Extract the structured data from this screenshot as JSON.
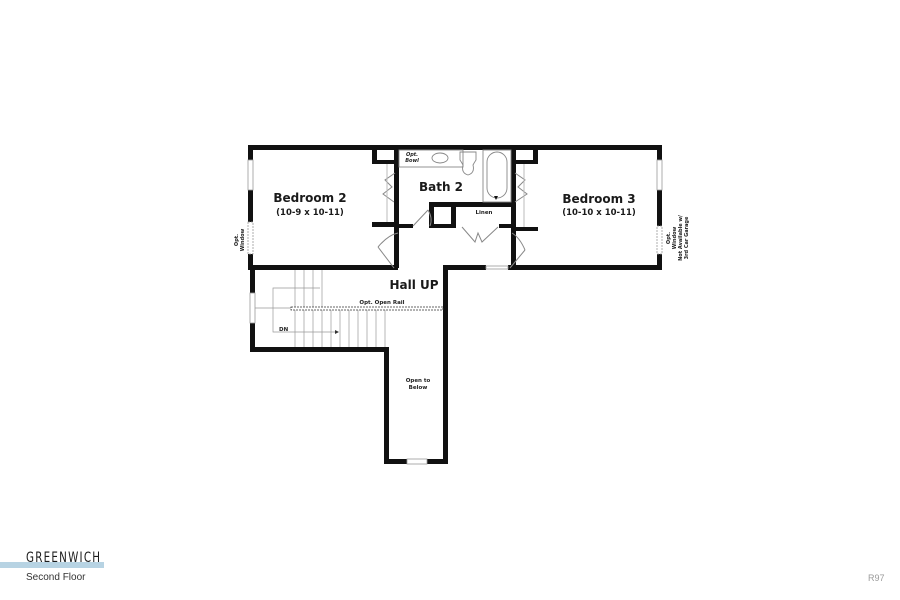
{
  "plan": {
    "title": "GREENWICH",
    "subtitle": "Second Floor",
    "code": "R97",
    "accent_bar_color": "#b7d3e3",
    "wall_color": "#111111",
    "rooms": {
      "bedroom2": {
        "name": "Bedroom 2",
        "dims": "(10-9 x 10-11)"
      },
      "bath2": {
        "name": "Bath 2",
        "opt_bowl_line1": "Opt.",
        "opt_bowl_line2": "Bowl"
      },
      "bedroom3": {
        "name": "Bedroom 3",
        "dims": "(10-10 x 10-11)"
      },
      "linen": {
        "name": "Linen"
      },
      "hall": {
        "name": "Hall UP"
      },
      "open_below": {
        "line1": "Open to",
        "line2": "Below"
      }
    },
    "annotations": {
      "open_rail": "Opt. Open Rail",
      "stairs_dn": "DN",
      "left_window_line1": "Opt.",
      "left_window_line2": "Window",
      "right_window_line1": "Opt.",
      "right_window_line2": "Window",
      "right_window_line3": "Not Available w/",
      "right_window_line4": "3rd Car Garage"
    }
  }
}
